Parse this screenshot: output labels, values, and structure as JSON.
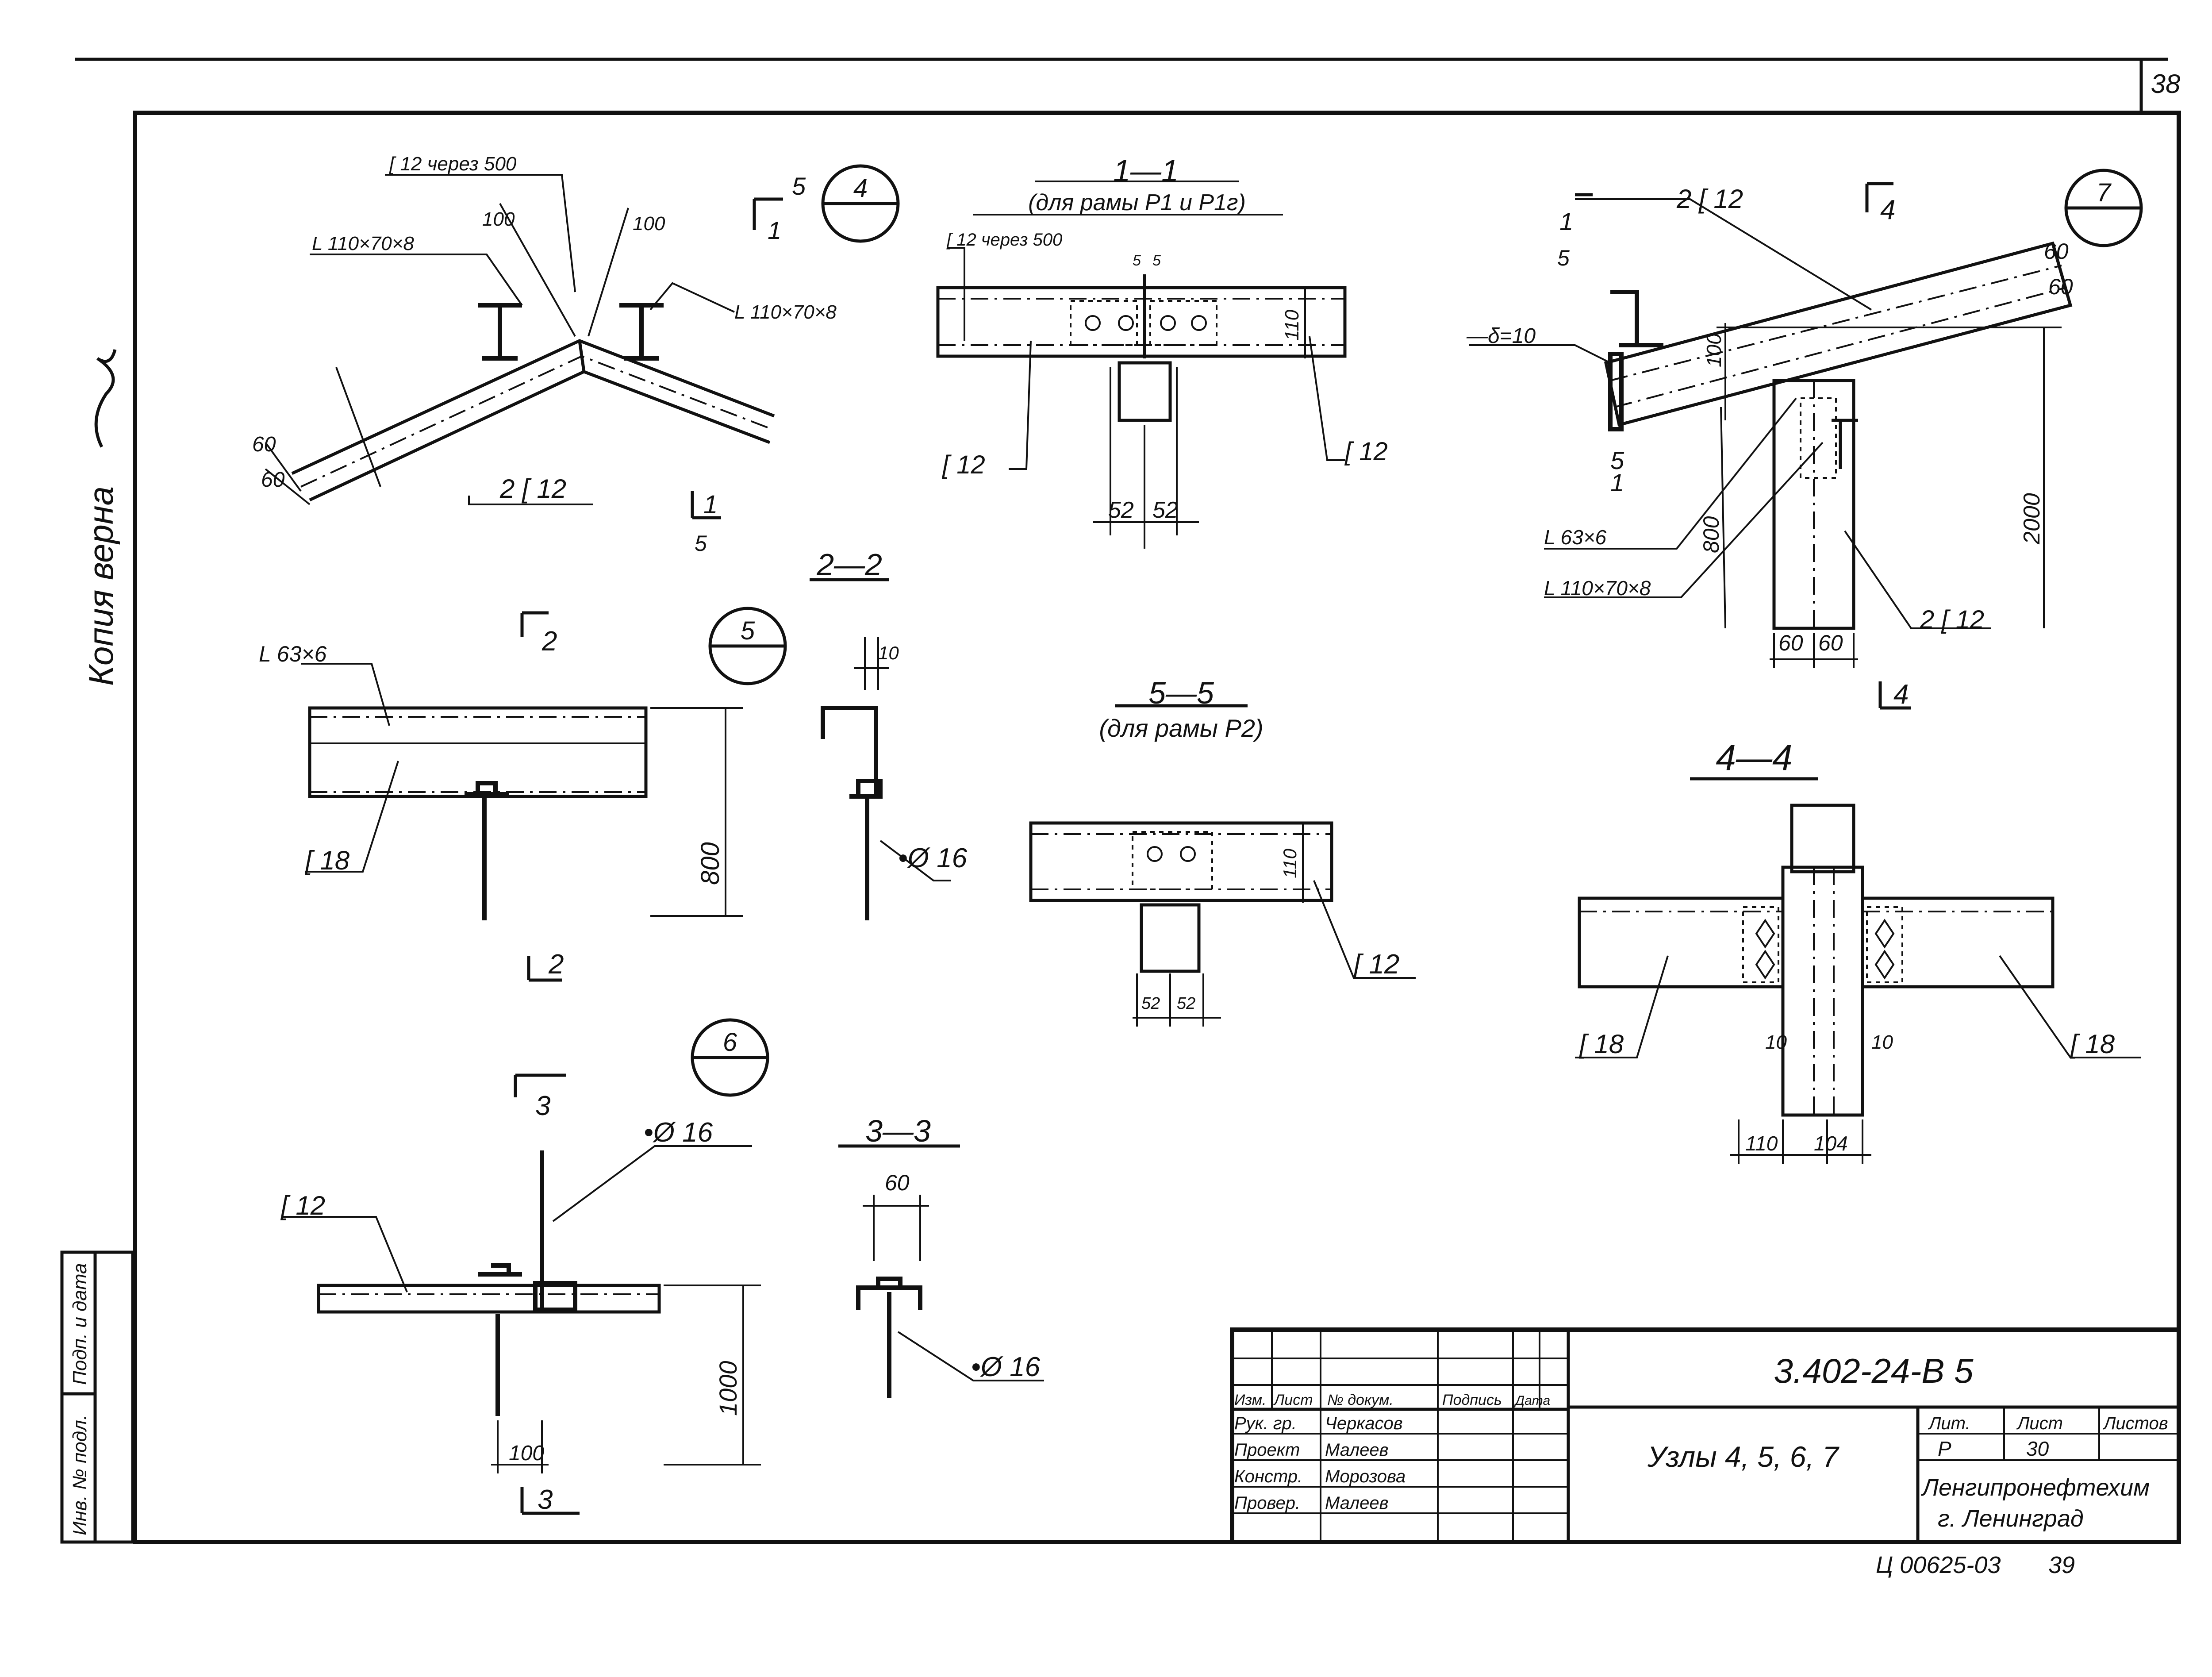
{
  "page_number": "38",
  "margin": {
    "copy_note": "Копия верна",
    "inv_no": "Инв. № подл.",
    "sign_date": "Подп. и дата"
  },
  "node4": {
    "marker": "4",
    "section_tag": "5",
    "section_tag_b": "1",
    "channel_step": "[ 12 через 500",
    "angle_left": "L 110×70×8",
    "angle_right": "L 110×70×8",
    "dim_100a": "100",
    "dim_100b": "100",
    "dim_60a": "60",
    "dim_60b": "60",
    "rafter": "2 [ 12",
    "cut_num": "1",
    "cut_den": "5"
  },
  "sec11": {
    "title": "1—1",
    "subtitle": "(для рамы Р1 и Р1г)",
    "channel_step": "[ 12 через 500",
    "dim_5a": "5",
    "dim_5b": "5",
    "dim_110": "110",
    "left_label": "[ 12",
    "right_label": "[ 12",
    "dim_52a": "52",
    "dim_52b": "52"
  },
  "node7": {
    "marker": "7",
    "beam_label": "2 [ 12",
    "cut_tag_top": "1",
    "cut_tag_top_den": "5",
    "section_tag": "4",
    "dim_60a": "60",
    "dim_60b": "60",
    "delta": "—δ=10",
    "dim_100": "100",
    "cut_tag_mid_num": "5",
    "cut_tag_mid_den": "1",
    "angle_small": "L 63×6",
    "dim_800": "800",
    "angle_big": "L 110×70×8",
    "dim_2000": "2000",
    "column": "2 [ 12",
    "dim_60c": "60",
    "dim_60d": "60",
    "section_tag_b": "4"
  },
  "node5": {
    "marker": "5",
    "section_tag": "2",
    "angle": "L 63×6",
    "channel": "[ 18",
    "dim_800": "800",
    "section_tag_b": "2"
  },
  "sec22": {
    "title": "2—2",
    "dim_10": "10",
    "rod": "•Ø 16"
  },
  "sec55": {
    "title": "5—5",
    "subtitle": "(для рамы Р2)",
    "dim_110": "110",
    "channel": "[ 12",
    "dim_52a": "52",
    "dim_52b": "52"
  },
  "sec44": {
    "title": "4—4",
    "left_channel": "[ 18",
    "right_channel": "[ 18",
    "dim_10a": "10",
    "dim_10b": "10",
    "dim_110": "110",
    "dim_104": "104"
  },
  "node6": {
    "marker": "6",
    "section_tag": "3",
    "rod": "•Ø 16",
    "channel": "[ 12",
    "dim_1000": "1000",
    "dim_100": "100",
    "section_tag_b": "3"
  },
  "sec33": {
    "title": "3—3",
    "dim_60": "60",
    "rod": "•Ø 16"
  },
  "title_block": {
    "doc_code": "3.402-24-В 5",
    "sheet_title": "Узлы 4, 5, 6, 7",
    "headers": [
      "Изм.",
      "Лист",
      "№ докум.",
      "Подпись",
      "Дата"
    ],
    "rows": [
      {
        "role": "Рук. гр.",
        "name": "Черкасов"
      },
      {
        "role": "Проект",
        "name": "Малеев"
      },
      {
        "role": "Констр.",
        "name": "Морозова"
      },
      {
        "role": "Провер.",
        "name": "Малеев"
      }
    ],
    "lit_label": "Лит.",
    "sheet_label": "Лист",
    "sheets_label": "Листов",
    "lit_value": "Р",
    "sheet_value": "30",
    "org_name": "Ленгипронефтехим",
    "org_city": "г. Ленинград"
  },
  "archive_no": "Ц 00625-03",
  "archive_page": "39"
}
